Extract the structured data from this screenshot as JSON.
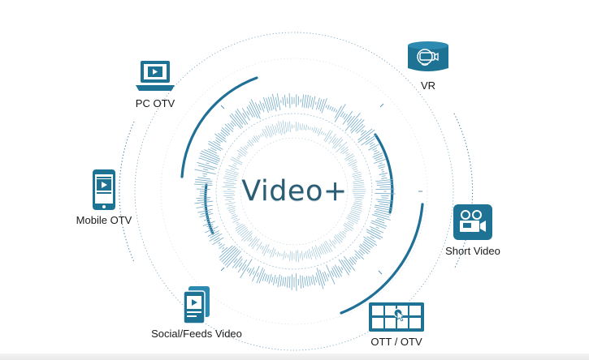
{
  "center": {
    "title": "Video+"
  },
  "nodes": {
    "pc_otv": {
      "label": "PC OTV",
      "icon": "laptop-play-icon"
    },
    "vr": {
      "label": "VR",
      "icon": "vr-headset-icon"
    },
    "mobile_otv": {
      "label": "Mobile OTV",
      "icon": "phone-play-icon"
    },
    "short_video": {
      "label": "Short Video",
      "icon": "video-camera-icon"
    },
    "social_feeds": {
      "label": "Social/Feeds Video",
      "icon": "feed-cards-icon"
    },
    "ott_otv": {
      "label": "OTT / OTV",
      "icon": "tv-grid-icon"
    }
  },
  "colors": {
    "primary": "#1f6f96",
    "icon_fill": "#1e7394",
    "waveform": "#7fb1cb",
    "dotted": "#5b8fae"
  }
}
